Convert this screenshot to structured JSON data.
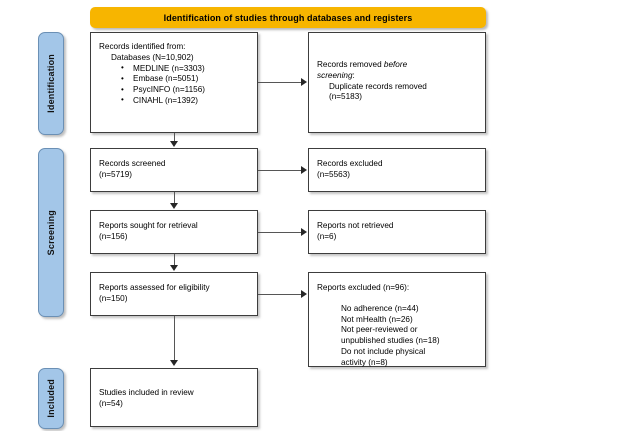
{
  "header": {
    "banner_label": "Identification of studies through databases and registers",
    "banner_color": "#f7b500"
  },
  "stages": {
    "bar_color": "#a3c6e8",
    "items": [
      {
        "id": "identification",
        "label": "Identification"
      },
      {
        "id": "screening",
        "label": "Screening"
      },
      {
        "id": "included",
        "label": "Included"
      }
    ]
  },
  "boxes": {
    "identified": {
      "line1": "Records identified from:",
      "line2": "Databases (N=10,902)",
      "bullets": [
        "MEDLINE (n=3303)",
        "Embase (n=5051)",
        "PsycINFO (n=1156)",
        "CINAHL (n=1392)"
      ]
    },
    "removed": {
      "line1_a": "Records removed ",
      "line1_italic": "before",
      "line2_italic": "screening",
      "line2_b": ":",
      "line3": "Duplicate records removed",
      "line4": "(n=5183)"
    },
    "screened": {
      "line1": "Records screened",
      "line2": "(n=5719)"
    },
    "records_excluded": {
      "line1": "Records excluded",
      "line2": "(n=5563)"
    },
    "sought": {
      "line1": "Reports sought for retrieval",
      "line2": "(n=156)"
    },
    "not_retrieved": {
      "line1": "Reports not retrieved",
      "line2": "(n=6)"
    },
    "assessed": {
      "line1": "Reports assessed for eligibility",
      "line2": "(n=150)"
    },
    "reports_excluded": {
      "heading": "Reports excluded (n=96):",
      "reasons": [
        "No adherence (n=44)",
        "Not mHealth (n=26)",
        "Not peer-reviewed or",
        "unpublished studies (n=18)",
        "Do not include physical",
        "activity (n=8)"
      ]
    },
    "included": {
      "line1": "Studies included in review",
      "line2": "(n=54)"
    }
  }
}
